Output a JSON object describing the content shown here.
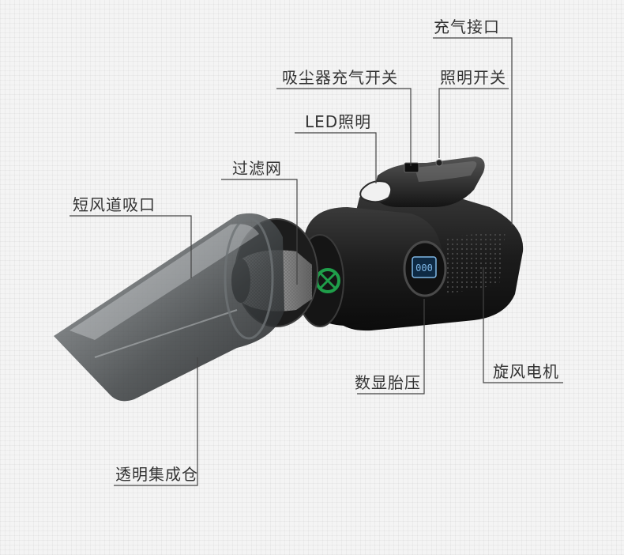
{
  "labels": {
    "charge_port": "充气接口",
    "vacuum_inflate_switch": "吸尘器充气开关",
    "light_switch": "照明开关",
    "led_light": "LED照明",
    "filter_mesh": "过滤网",
    "short_air_inlet": "短风道吸口",
    "transparent_bin": "透明集成仓",
    "digital_pressure": "数显胎压",
    "cyclone_motor": "旋风电机"
  },
  "display": {
    "reading": "000"
  },
  "colors": {
    "leader_line": "#444444",
    "body_dark": "#1b1b1b",
    "accent_green": "#1f9e4a",
    "screen_blue": "#7fb7e6"
  }
}
